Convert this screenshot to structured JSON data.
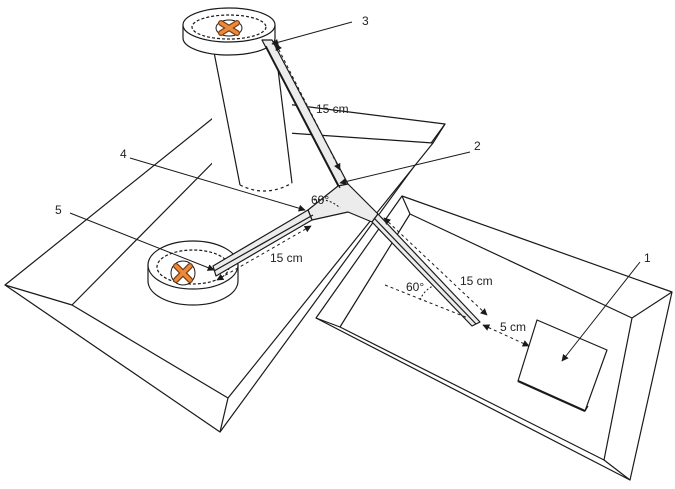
{
  "callouts": [
    "1",
    "2",
    "3",
    "4",
    "5"
  ],
  "dimensions": {
    "arm_upper": "15 cm",
    "arm_left": "15 cm",
    "arm_right": "15 cm",
    "gap": "5 cm"
  },
  "angles": {
    "top": "60°",
    "bottom": "60°"
  },
  "colors": {
    "line": "#1a1a1a",
    "cross_fill": "#e98a3c",
    "cross_stroke": "#7a3a10",
    "arm_fill": "#ececec"
  },
  "icons": [
    "cross-icon",
    "cross-icon"
  ]
}
